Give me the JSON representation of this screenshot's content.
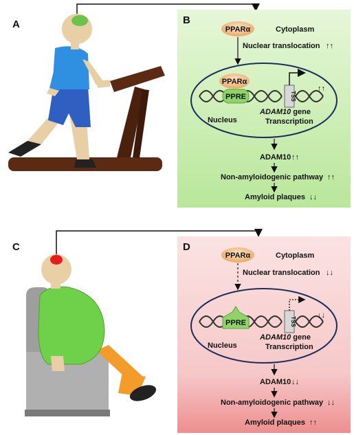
{
  "panels": {
    "a": {
      "letter": "A"
    },
    "b": {
      "letter": "B",
      "cytoplasm": "Cytoplasm",
      "ppar": "PPARα",
      "ppar_bound": "PPARα",
      "ppre": "PPRE",
      "tss": "TSS",
      "nuclear_translocation": "Nuclear translocation",
      "nuclear_arrows": "↑↑",
      "tss_arrows": "↑↑",
      "nucleus": "Nucleus",
      "gene_italic": "ADAM10",
      "gene_suffix": " gene",
      "transcription": "Transcription",
      "adam10": "ADAM10",
      "adam10_arrows": "↑↑",
      "pathway": "Non-amyloidogenic pathway",
      "pathway_arrows": "↑↑",
      "plaques": "Amyloid  plaques",
      "plaques_arrows": "↓↓",
      "bg_color": "#d9f2c4"
    },
    "c": {
      "letter": "C"
    },
    "d": {
      "letter": "D",
      "cytoplasm": "Cytoplasm",
      "ppar": "PPARα",
      "ppre": "PPRE",
      "tss": "TSS",
      "nuclear_translocation": "Nuclear translocation",
      "nuclear_arrows": "↓↓",
      "tss_arrows": "↓↓",
      "nucleus": "Nucleus",
      "gene_italic": "ADAM10",
      "gene_suffix": " gene",
      "transcription": "Transcription",
      "adam10": "ADAM10",
      "adam10_arrows": "↓↓",
      "pathway": "Non-amyloidogenic pathway",
      "pathway_arrows": "↓↓",
      "plaques": "Amyloid  plaques",
      "plaques_arrows": "↑↑",
      "bg_color": "#f7d3d3"
    }
  }
}
